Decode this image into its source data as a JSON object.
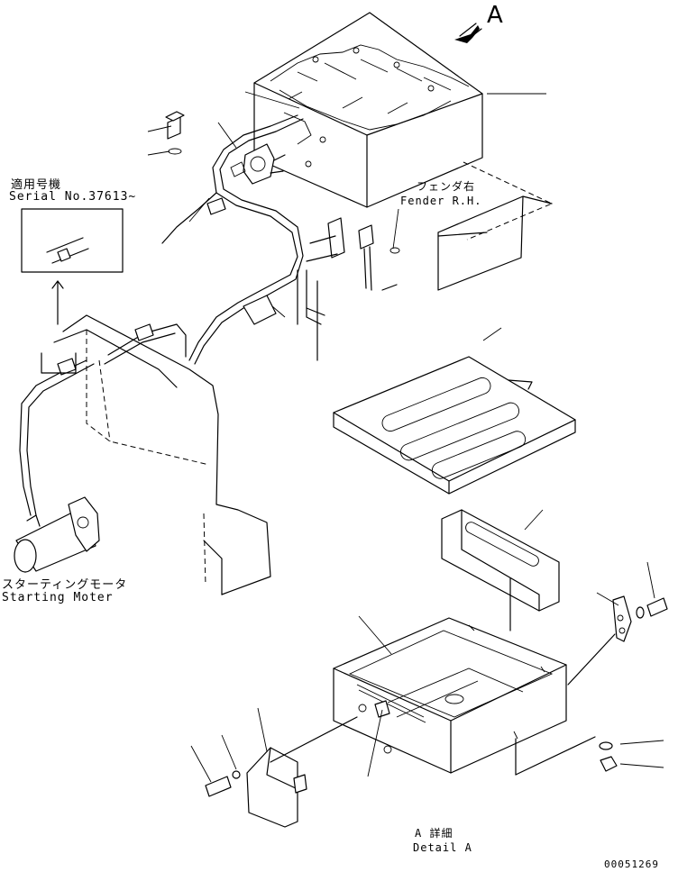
{
  "labels": {
    "view_letter": "A",
    "serial_jp": "適用号機",
    "serial_en": "Serial No.37613~",
    "fender_jp": "フェンダ右",
    "fender_en": "Fender R.H.",
    "motor_jp": "スターティングモータ",
    "motor_en": "Starting Moter",
    "detail_jp": "A 詳細",
    "detail_en": "Detail A",
    "drawing_no": "00051269"
  }
}
